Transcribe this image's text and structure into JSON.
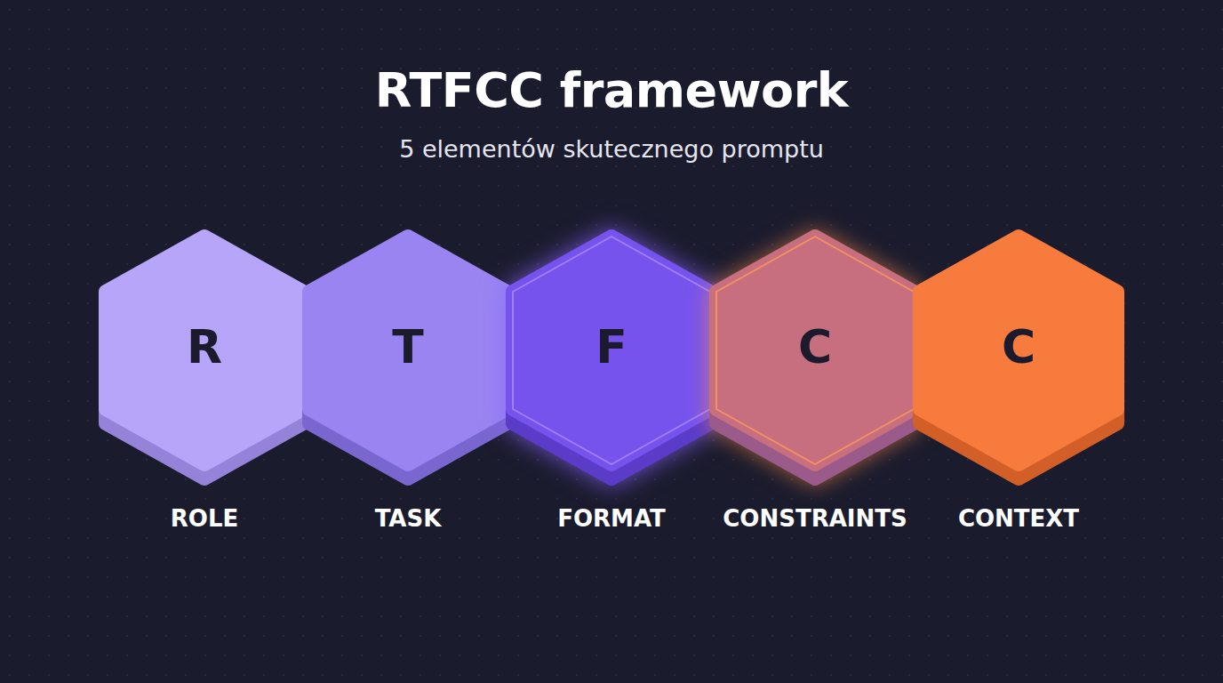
{
  "diagram": {
    "title": "RTFCC framework",
    "nodes": [
      {
        "text": [
          "R",
          "ROLE"
        ]
      },
      {
        "text": [
          "T",
          "TASK"
        ]
      },
      {
        "text": [
          "F",
          "FORMAT"
        ]
      },
      {
        "text": [
          "C",
          "CONSTRAINTS"
        ]
      },
      {
        "text": [
          "C",
          "CONTEXT"
        ]
      }
    ],
    "labels": [
      "5 elementów skutecznego promptu"
    ]
  }
}
